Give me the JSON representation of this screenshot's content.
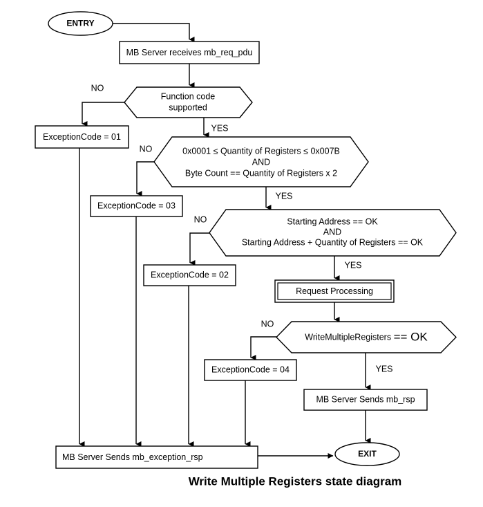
{
  "diagram": {
    "caption": "Write Multiple Registers state diagram",
    "terminals": {
      "entry": "ENTRY",
      "exit": "EXIT"
    },
    "process_nodes": {
      "receive": "MB Server receives mb_req_pdu",
      "request_processing": "Request Processing",
      "send_rsp": "MB Server Sends mb_rsp",
      "send_exception_rsp": "MB Server Sends mb_exception_rsp"
    },
    "decisions": {
      "function_code": {
        "line1": "Function code",
        "line2": "supported"
      },
      "quantity_check": {
        "line1": "0x0001 ≤ Quantity of Registers ≤ 0x007B",
        "line2": "AND",
        "line3": "Byte Count == Quantity of Registers x 2"
      },
      "address_check": {
        "line1": "Starting Address == OK",
        "line2": "AND",
        "line3": "Starting Address + Quantity of Registers == OK"
      },
      "write_check": {
        "text_small": "WriteMultipleRegisters ",
        "text_big": "== OK"
      }
    },
    "exception_nodes": {
      "code01": "ExceptionCode = 01",
      "code03": "ExceptionCode = 03",
      "code02": "ExceptionCode = 02",
      "code04": "ExceptionCode = 04"
    },
    "branch_labels": {
      "no1": "NO",
      "no2": "NO",
      "no3": "NO",
      "no4": "NO",
      "yes1": "YES",
      "yes2": "YES",
      "yes3": "YES",
      "yes4": "YES"
    },
    "colors": {
      "stroke": "#000000",
      "fill": "#ffffff",
      "background": "#ffffff"
    }
  }
}
